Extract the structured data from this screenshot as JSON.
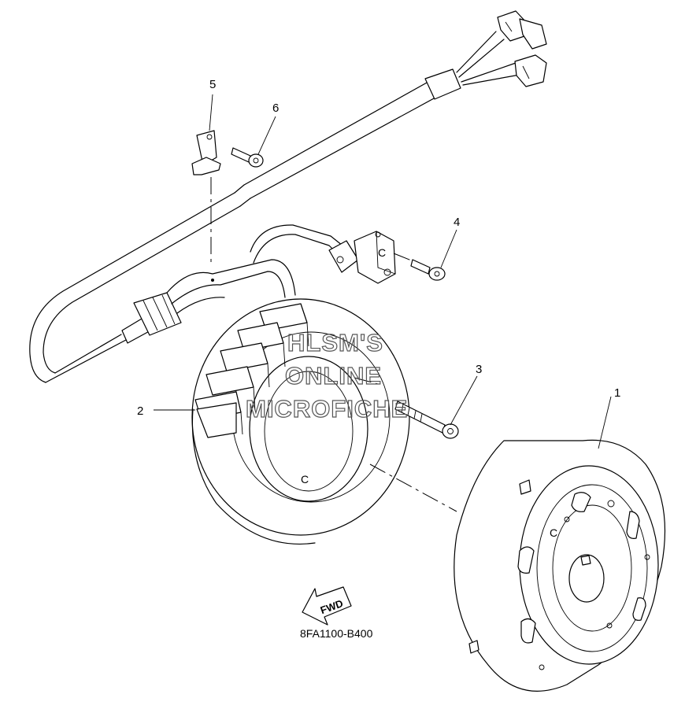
{
  "callouts": {
    "c1": "1",
    "c2": "2",
    "c3": "3",
    "c4": "4",
    "c5": "5",
    "c6": "6"
  },
  "diagram_code": "8FA1100-B400",
  "fwd_label": "FWD",
  "watermark": {
    "line1": "HLSM'S",
    "line2": "ONLINE",
    "line3": "MICROFICHE"
  },
  "marks": {
    "stator_c": "C",
    "rotor_c": "C",
    "clamp_c": "C"
  }
}
